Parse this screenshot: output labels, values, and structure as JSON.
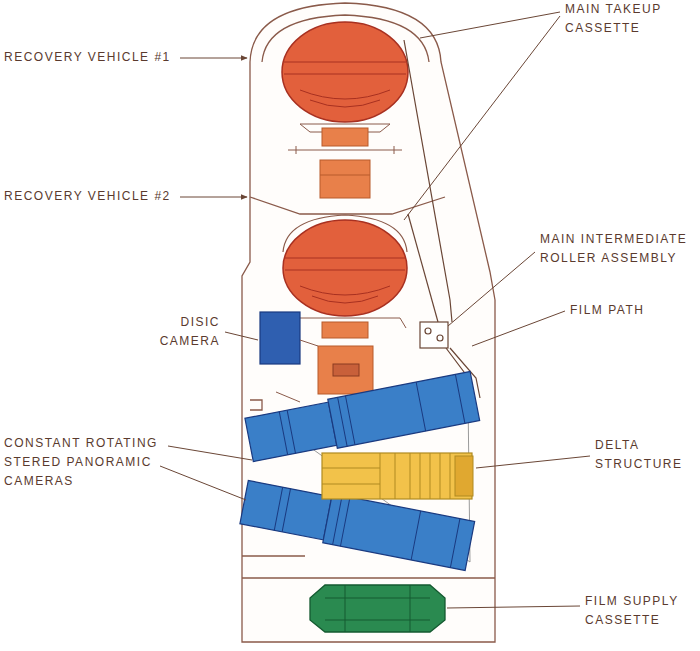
{
  "diagram": {
    "labels": [
      "MAIN TAKEUP CASSETTE",
      "RECOVERY VEHICLE #1",
      "RECOVERY VEHICLE #2",
      "MAIN INTERMEDIATE ROLLER ASSEMBLY",
      "FILM PATH",
      "DISIC CAMERA",
      "CONSTANT ROTATING STERED PANORAMIC CAMERAS",
      "DELTA STRUCTURE",
      "FILM SUPPLY CASSETTE"
    ]
  }
}
